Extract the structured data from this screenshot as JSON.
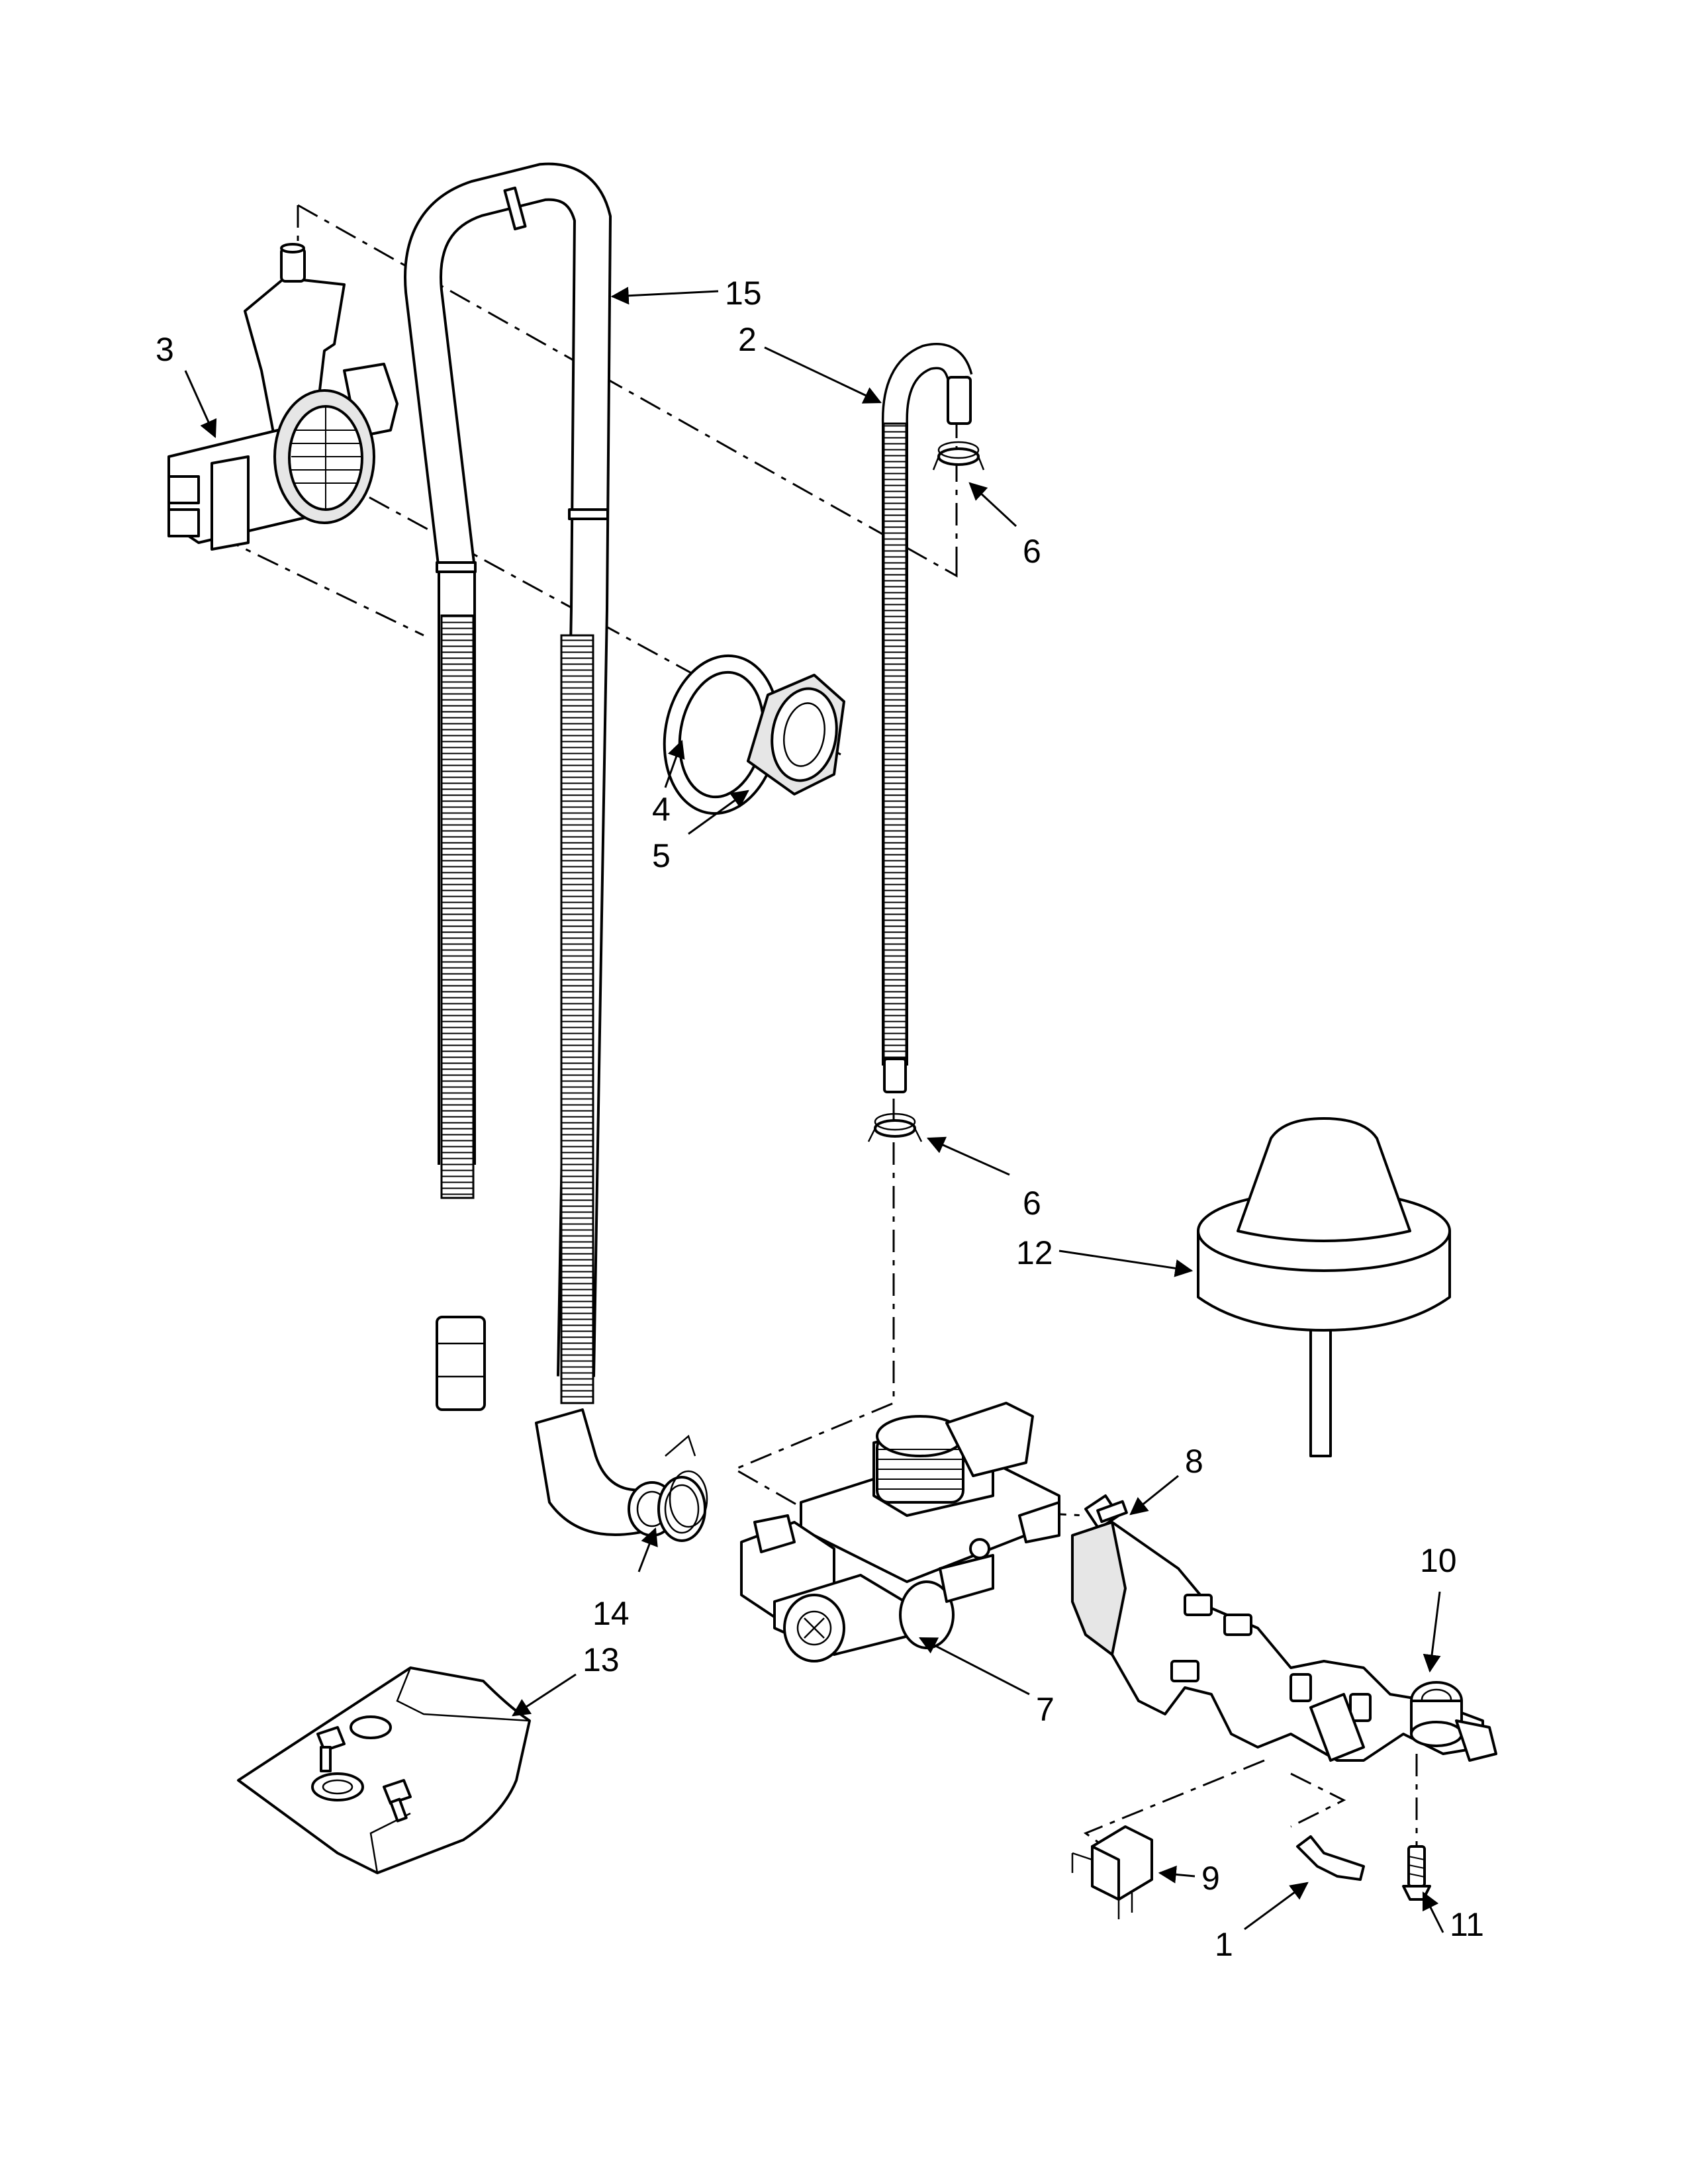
{
  "callouts": {
    "c1": "1",
    "c2": "2",
    "c3": "3",
    "c4": "4",
    "c5": "5",
    "c6a": "6",
    "c6b": "6",
    "c7": "7",
    "c8": "8",
    "c9": "9",
    "c10": "10",
    "c11": "11",
    "c12": "12",
    "c13": "13",
    "c14": "14",
    "c15": "15"
  }
}
